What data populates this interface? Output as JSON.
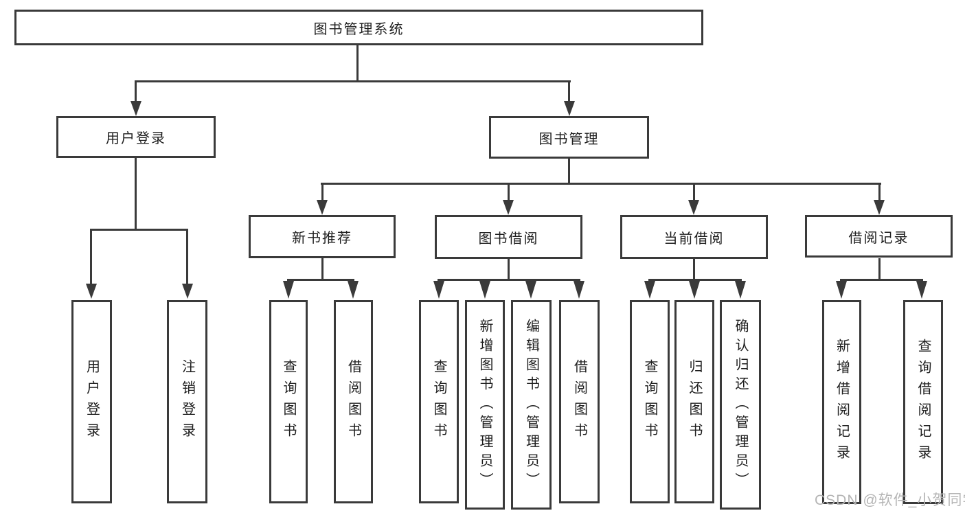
{
  "diagram": {
    "type": "hierarchy-tree",
    "background": "#ffffff"
  },
  "colors": {
    "line": "#3a3a3a",
    "text": "#1e1e1e",
    "watermark": "#b5b5b5"
  },
  "nodes": {
    "root": {
      "label": "图书管理系统"
    },
    "user_login": {
      "label": "用户登录",
      "children": [
        "用户登录",
        "注销登录"
      ]
    },
    "book_management": {
      "label": "图书管理"
    },
    "new_book_recommend": {
      "label": "新书推荐",
      "children": [
        "查询图书",
        "借阅图书"
      ]
    },
    "book_borrow": {
      "label": "图书借阅",
      "children": [
        "查询图书",
        "新增图书（管理员）",
        "编辑图书（管理员）",
        "借阅图书"
      ]
    },
    "current_borrow": {
      "label": "当前借阅",
      "children": [
        "查询图书",
        "归还图书",
        "确认归还（管理员）"
      ]
    },
    "borrow_records": {
      "label": "借阅记录",
      "children": [
        "新增借阅记录",
        "查询借阅记录"
      ]
    }
  },
  "watermark": {
    "text": "CSDN @软件_小贺同学"
  }
}
